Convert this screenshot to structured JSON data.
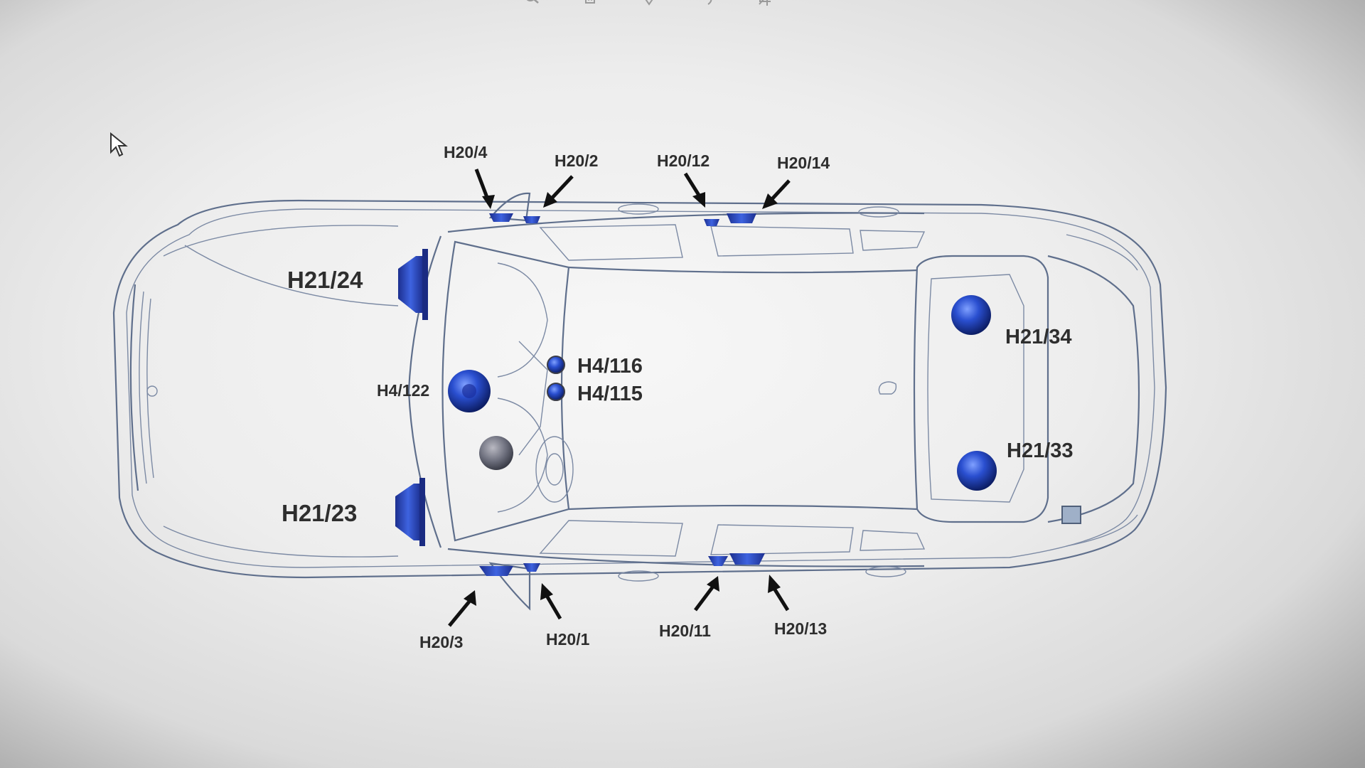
{
  "toolbar": {
    "icons": [
      "zoom-icon",
      "trash-icon",
      "favorite-icon",
      "rotate-icon",
      "crop-icon"
    ]
  },
  "speakers": {
    "h20_4": "H20/4",
    "h20_2": "H20/2",
    "h20_12": "H20/12",
    "h20_14": "H20/14",
    "h21_24": "H21/24",
    "h21_34": "H21/34",
    "h4_116": "H4/116",
    "h4_115": "H4/115",
    "h4_122": "H4/122",
    "h21_33": "H21/33",
    "h21_23": "H21/23",
    "h20_3": "H20/3",
    "h20_1": "H20/1",
    "h20_11": "H20/11",
    "h20_13": "H20/13"
  },
  "colors": {
    "speaker_blue": "#2a4fd0",
    "car_outline": "#5f6f8c",
    "label_text": "#2e2e2e",
    "arrow": "#111111"
  }
}
